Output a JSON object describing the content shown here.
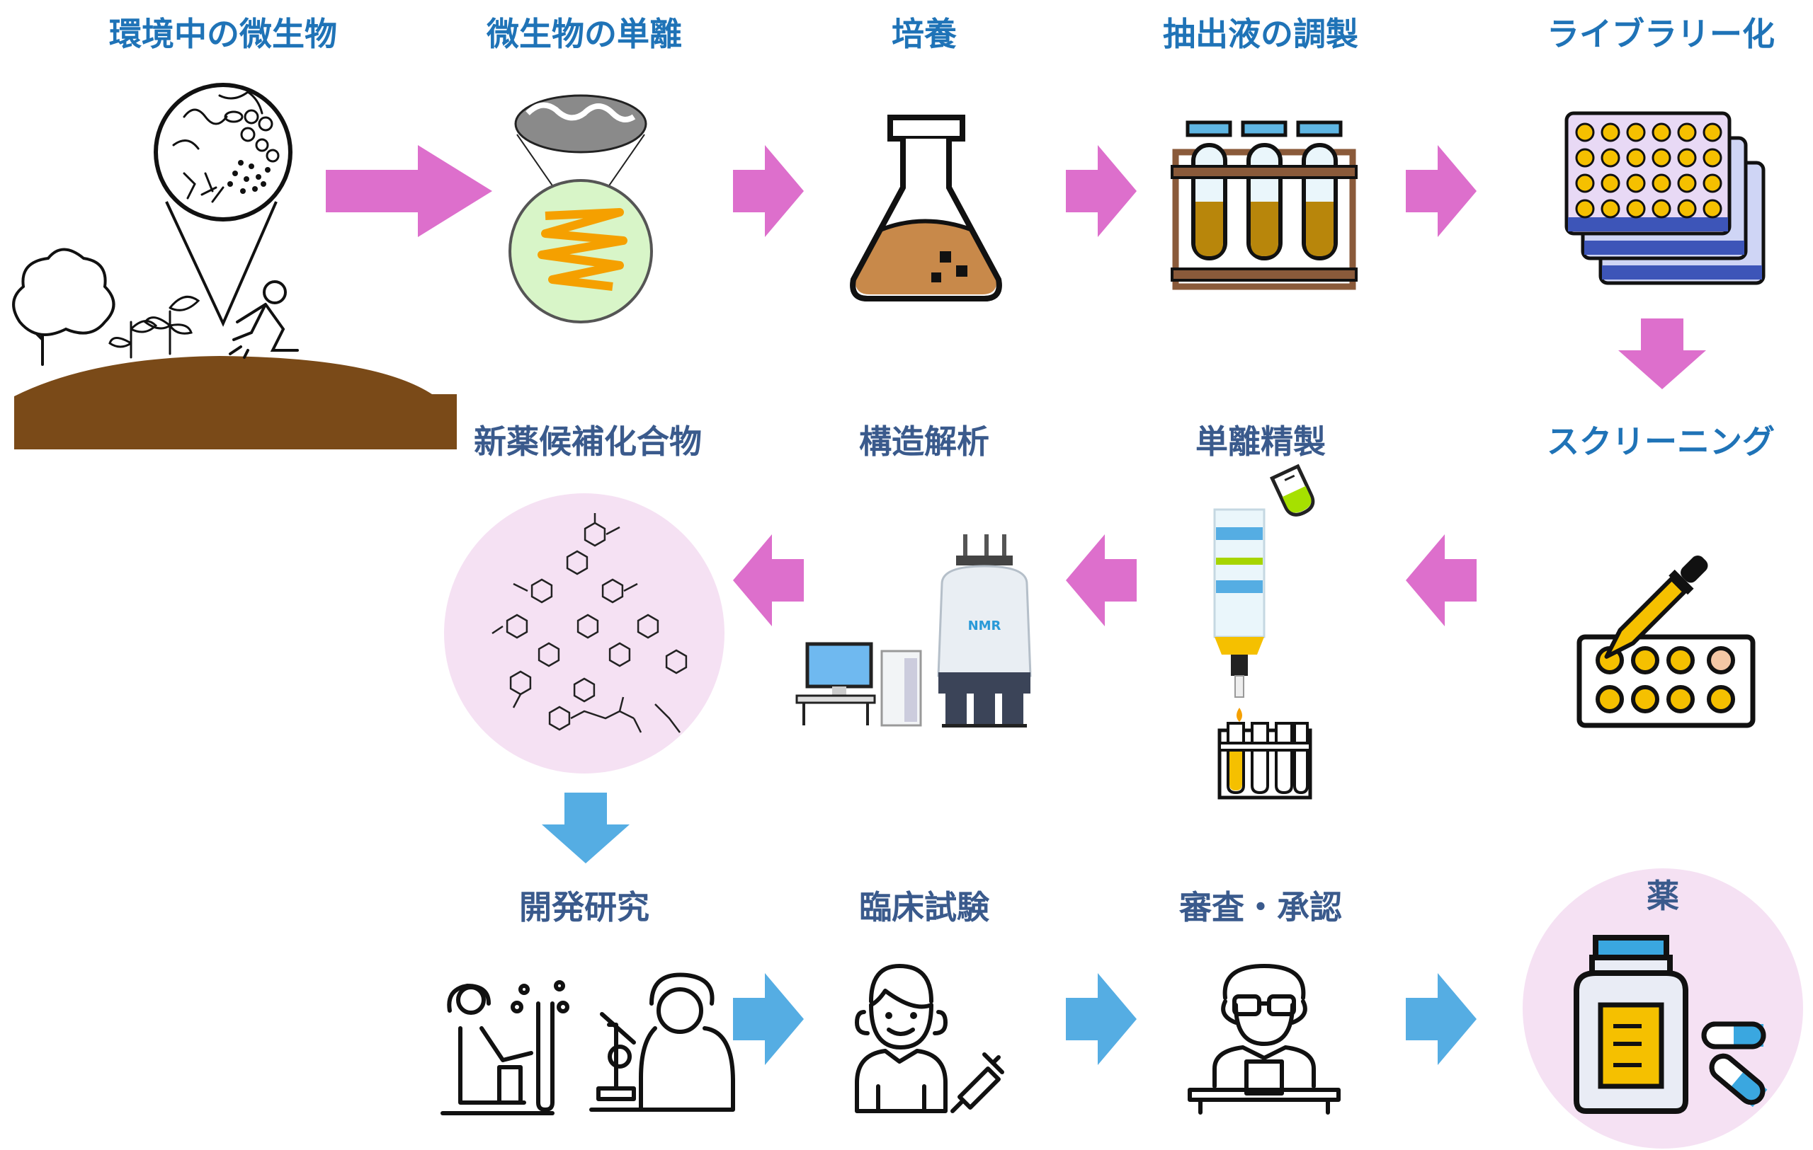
{
  "colors": {
    "row1_label": "#1f73b7",
    "row_label": "#3a5a8c",
    "arrow_pink": "#dd6fcc",
    "arrow_blue": "#55ade3",
    "soil": "#7a4a18",
    "circle_pink": "#f5e1f3"
  },
  "steps": {
    "s1": "環境中の微生物",
    "s2": "微生物の単離",
    "s3": "培養",
    "s4": "抽出液の調製",
    "s5": "ライブラリー化",
    "s6": "スクリーニング",
    "s7": "単離精製",
    "s8": "構造解析",
    "s9": "新薬候補化合物",
    "s10": "開発研究",
    "s11": "臨床試験",
    "s12": "審査・承認",
    "s13": "薬"
  },
  "nmr_label": "NMR",
  "icons": {
    "s1": "soil-microbe-icon",
    "s2": "petri-dish-icon",
    "s3": "erlenmeyer-flask-icon",
    "s4": "test-tube-rack-icon",
    "s5": "microplate-stack-icon",
    "s6": "pipette-plate-icon",
    "s7": "chromatography-column-icon",
    "s8": "nmr-spectrometer-icon",
    "s9": "molecule-structure-icon",
    "s10": "researchers-icon",
    "s11": "patient-syringe-icon",
    "s12": "reviewer-icon",
    "s13": "medicine-bottle-icon"
  }
}
